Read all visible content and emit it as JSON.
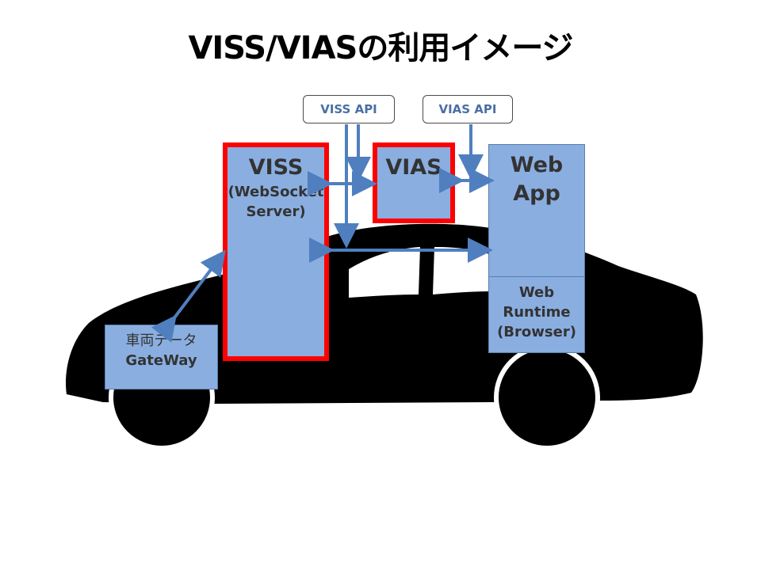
{
  "title": "VISS/VIASの利用イメージ",
  "api_labels": {
    "viss": "VISS API",
    "vias": "VIAS API"
  },
  "blocks": {
    "viss": {
      "name": "VISS",
      "sub1": "(WebSocket",
      "sub2": "Server)"
    },
    "vias": {
      "name": "VIAS"
    },
    "webapp": {
      "line1": "Web",
      "line2": "App"
    },
    "runtime": {
      "line1": "Web",
      "line2": "Runtime",
      "line3": "(Browser)"
    },
    "gateway": {
      "line1": "車両データ",
      "line2": "GateWay"
    }
  },
  "colors": {
    "block_fill": "#8aaee0",
    "highlight_border": "#ff0000",
    "arrow": "#4f7fbf",
    "car": "#000000"
  }
}
